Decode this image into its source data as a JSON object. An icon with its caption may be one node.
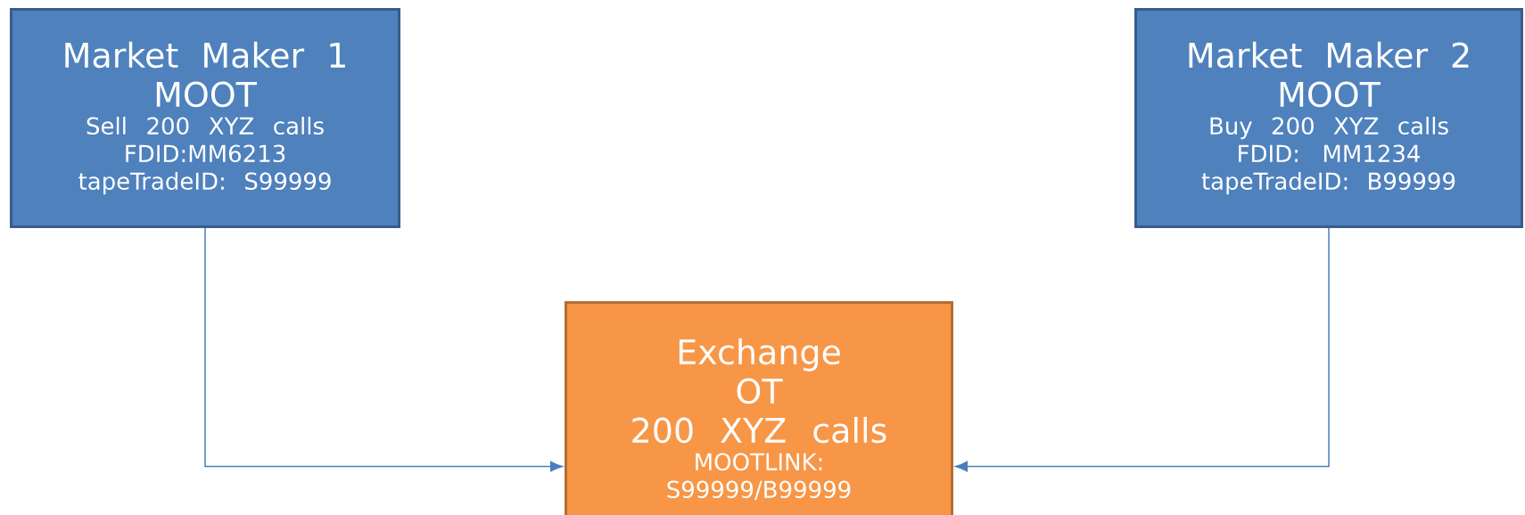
{
  "diagram": {
    "nodes": [
      {
        "text": [
          "Market Maker 1",
          "MOOT",
          "Sell 200 XYZ calls",
          "FDID:MM6213",
          "tapeTradeID: S99999"
        ]
      },
      {
        "text": [
          "Market Maker 2",
          "MOOT",
          "Buy 200 XYZ calls",
          "FDID: MM1234",
          "tapeTradeID: B99999"
        ]
      },
      {
        "text": [
          "Exchange",
          "OT",
          "200 XYZ calls",
          "MOOTLINK:",
          "S99999/B99999"
        ]
      }
    ],
    "edges": [
      {
        "from": 0,
        "to": 2,
        "arrow": "to"
      },
      {
        "from": 1,
        "to": 2,
        "arrow": "to"
      }
    ]
  }
}
